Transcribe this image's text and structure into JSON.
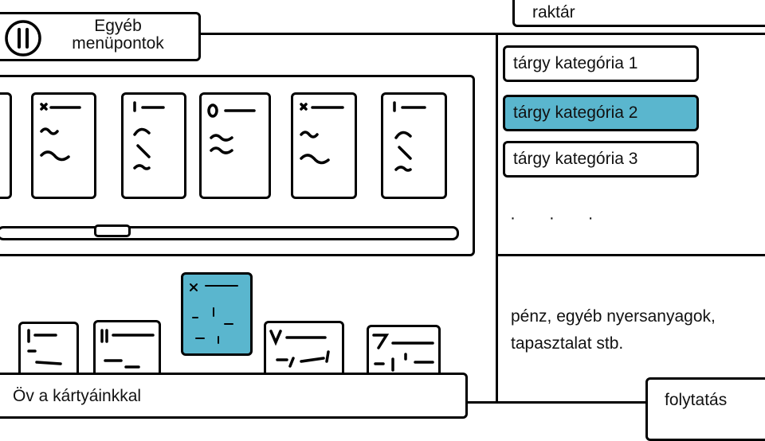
{
  "menu": {
    "label_line1": "Egyéb",
    "label_line2": "menüpontok",
    "icon": "pause-icon"
  },
  "storage": {
    "label": "raktár"
  },
  "categories": {
    "items": [
      {
        "label": "tárgy kategória 1",
        "selected": false
      },
      {
        "label": "tárgy kategória 2",
        "selected": true
      },
      {
        "label": "tárgy kategória 3",
        "selected": false
      }
    ],
    "more": "· · ·"
  },
  "resources": {
    "line1": "pénz, egyéb nyersanyagok,",
    "line2": "tapasztalat stb."
  },
  "belt": {
    "label": "Öv a kártyáinkkal"
  },
  "continue": {
    "label": "folytatás"
  },
  "colors": {
    "accent": "#5ab6ce",
    "ink": "#000000",
    "background": "#ffffff"
  }
}
